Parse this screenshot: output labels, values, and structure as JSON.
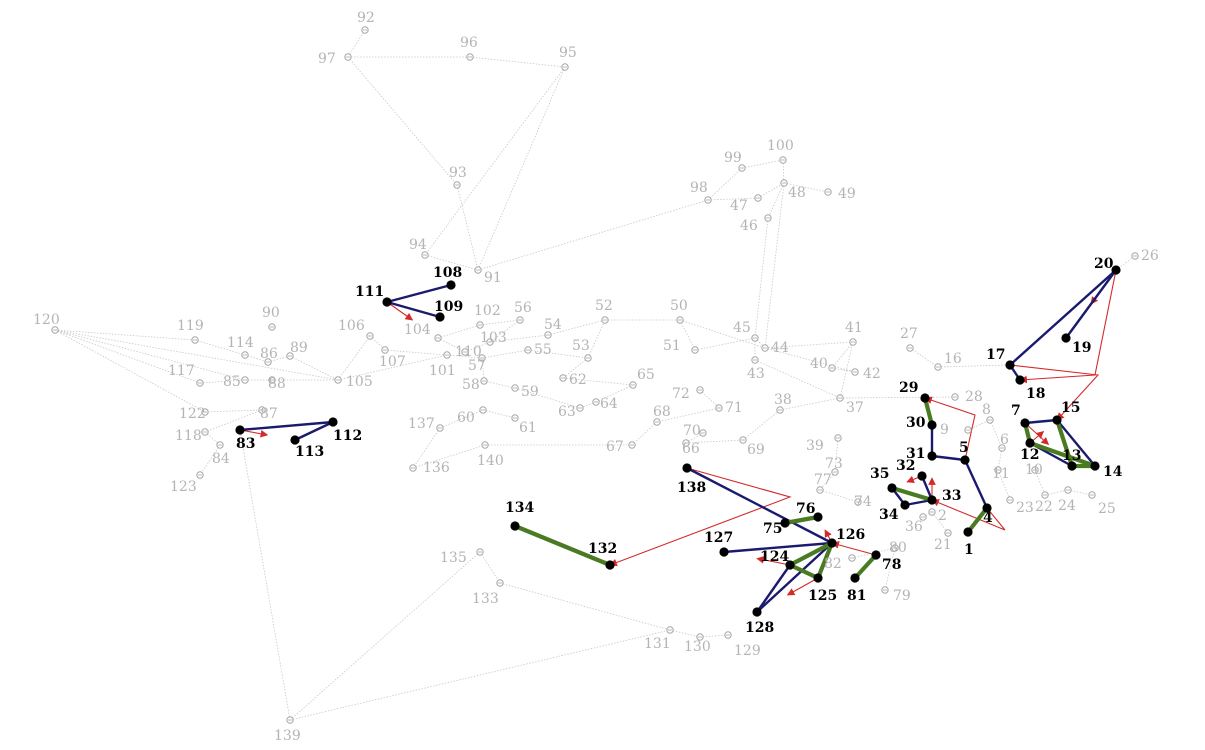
{
  "colors": {
    "background": "#ffffff",
    "grey_edge": "#c8c8c8",
    "grey_node": "#a8a8a8",
    "grey_text": "#b4b4b4",
    "blue_edge": "#1a1a6e",
    "green_edge": "#4a7a22",
    "red_arrow": "#d42a2a",
    "black_node": "#000000"
  },
  "graph": {
    "grey_nodes": [
      {
        "id": "92"
      },
      {
        "id": "97"
      },
      {
        "id": "96"
      },
      {
        "id": "95"
      },
      {
        "id": "93"
      },
      {
        "id": "91"
      },
      {
        "id": "94"
      },
      {
        "id": "99"
      },
      {
        "id": "100"
      },
      {
        "id": "98"
      },
      {
        "id": "47"
      },
      {
        "id": "48"
      },
      {
        "id": "49"
      },
      {
        "id": "46"
      },
      {
        "id": "120"
      },
      {
        "id": "119"
      },
      {
        "id": "90"
      },
      {
        "id": "114"
      },
      {
        "id": "86"
      },
      {
        "id": "89"
      },
      {
        "id": "117"
      },
      {
        "id": "85"
      },
      {
        "id": "88"
      },
      {
        "id": "105"
      },
      {
        "id": "122"
      },
      {
        "id": "87"
      },
      {
        "id": "118"
      },
      {
        "id": "84"
      },
      {
        "id": "123"
      },
      {
        "id": "106"
      },
      {
        "id": "104"
      },
      {
        "id": "102"
      },
      {
        "id": "56"
      },
      {
        "id": "103"
      },
      {
        "id": "54"
      },
      {
        "id": "110"
      },
      {
        "id": "57"
      },
      {
        "id": "55"
      },
      {
        "id": "107"
      },
      {
        "id": "101"
      },
      {
        "id": "52"
      },
      {
        "id": "53"
      },
      {
        "id": "50"
      },
      {
        "id": "51"
      },
      {
        "id": "45"
      },
      {
        "id": "44"
      },
      {
        "id": "41"
      },
      {
        "id": "43"
      },
      {
        "id": "40"
      },
      {
        "id": "42"
      },
      {
        "id": "27"
      },
      {
        "id": "16"
      },
      {
        "id": "28"
      },
      {
        "id": "58"
      },
      {
        "id": "59"
      },
      {
        "id": "62"
      },
      {
        "id": "65"
      },
      {
        "id": "63"
      },
      {
        "id": "64"
      },
      {
        "id": "72"
      },
      {
        "id": "71"
      },
      {
        "id": "68"
      },
      {
        "id": "70"
      },
      {
        "id": "67"
      },
      {
        "id": "66"
      },
      {
        "id": "69"
      },
      {
        "id": "38"
      },
      {
        "id": "37"
      },
      {
        "id": "39"
      },
      {
        "id": "60"
      },
      {
        "id": "61"
      },
      {
        "id": "137"
      },
      {
        "id": "140"
      },
      {
        "id": "136"
      },
      {
        "id": "73"
      },
      {
        "id": "77"
      },
      {
        "id": "74"
      },
      {
        "id": "135"
      },
      {
        "id": "133"
      },
      {
        "id": "131"
      },
      {
        "id": "130"
      },
      {
        "id": "129"
      },
      {
        "id": "139"
      },
      {
        "id": "82"
      },
      {
        "id": "80"
      },
      {
        "id": "79"
      },
      {
        "id": "36"
      },
      {
        "id": "2"
      },
      {
        "id": "21"
      },
      {
        "id": "9"
      },
      {
        "id": "8"
      },
      {
        "id": "6"
      },
      {
        "id": "11"
      },
      {
        "id": "23"
      },
      {
        "id": "10"
      },
      {
        "id": "22"
      },
      {
        "id": "24"
      },
      {
        "id": "25"
      },
      {
        "id": "26"
      }
    ],
    "highlight_nodes": [
      {
        "id": "20"
      },
      {
        "id": "19"
      },
      {
        "id": "17"
      },
      {
        "id": "18"
      },
      {
        "id": "29"
      },
      {
        "id": "30"
      },
      {
        "id": "31"
      },
      {
        "id": "5"
      },
      {
        "id": "7"
      },
      {
        "id": "15"
      },
      {
        "id": "12"
      },
      {
        "id": "13"
      },
      {
        "id": "14"
      },
      {
        "id": "35"
      },
      {
        "id": "32"
      },
      {
        "id": "33"
      },
      {
        "id": "34"
      },
      {
        "id": "4"
      },
      {
        "id": "1"
      },
      {
        "id": "108"
      },
      {
        "id": "111"
      },
      {
        "id": "109"
      },
      {
        "id": "83"
      },
      {
        "id": "112"
      },
      {
        "id": "113"
      },
      {
        "id": "134"
      },
      {
        "id": "132"
      },
      {
        "id": "138"
      },
      {
        "id": "76"
      },
      {
        "id": "75"
      },
      {
        "id": "127"
      },
      {
        "id": "126"
      },
      {
        "id": "124"
      },
      {
        "id": "125"
      },
      {
        "id": "128"
      },
      {
        "id": "78"
      },
      {
        "id": "81"
      }
    ],
    "grey_edges": [
      [
        "92",
        "97"
      ],
      [
        "97",
        "96"
      ],
      [
        "96",
        "95"
      ],
      [
        "97",
        "93"
      ],
      [
        "93",
        "91"
      ],
      [
        "95",
        "91"
      ],
      [
        "95",
        "94"
      ],
      [
        "94",
        "91"
      ],
      [
        "91",
        "98"
      ],
      [
        "98",
        "99"
      ],
      [
        "99",
        "100"
      ],
      [
        "100",
        "48"
      ],
      [
        "48",
        "49"
      ],
      [
        "98",
        "47"
      ],
      [
        "47",
        "48"
      ],
      [
        "48",
        "46"
      ],
      [
        "46",
        "45"
      ],
      [
        "48",
        "44"
      ],
      [
        "120",
        "119"
      ],
      [
        "120",
        "117"
      ],
      [
        "120",
        "122"
      ],
      [
        "120",
        "85"
      ],
      [
        "120",
        "105"
      ],
      [
        "119",
        "114"
      ],
      [
        "114",
        "86"
      ],
      [
        "86",
        "89"
      ],
      [
        "89",
        "105"
      ],
      [
        "117",
        "85"
      ],
      [
        "85",
        "88"
      ],
      [
        "88",
        "105"
      ],
      [
        "122",
        "87"
      ],
      [
        "87",
        "118"
      ],
      [
        "118",
        "84"
      ],
      [
        "84",
        "123"
      ],
      [
        "105",
        "106"
      ],
      [
        "106",
        "107"
      ],
      [
        "105",
        "101"
      ],
      [
        "107",
        "101"
      ],
      [
        "101",
        "57"
      ],
      [
        "57",
        "55"
      ],
      [
        "55",
        "53"
      ],
      [
        "53",
        "52"
      ],
      [
        "52",
        "50"
      ],
      [
        "50",
        "51"
      ],
      [
        "51",
        "45"
      ],
      [
        "45",
        "44"
      ],
      [
        "44",
        "41"
      ],
      [
        "41",
        "40"
      ],
      [
        "40",
        "42"
      ],
      [
        "43",
        "37"
      ],
      [
        "45",
        "43"
      ],
      [
        "53",
        "62"
      ],
      [
        "62",
        "65"
      ],
      [
        "65",
        "64"
      ],
      [
        "64",
        "63"
      ],
      [
        "63",
        "59"
      ],
      [
        "59",
        "58"
      ],
      [
        "58",
        "57"
      ],
      [
        "72",
        "71"
      ],
      [
        "71",
        "68"
      ],
      [
        "68",
        "67"
      ],
      [
        "70",
        "66"
      ],
      [
        "66",
        "69"
      ],
      [
        "69",
        "38"
      ],
      [
        "38",
        "37"
      ],
      [
        "37",
        "28"
      ],
      [
        "27",
        "16"
      ],
      [
        "16",
        "17"
      ],
      [
        "60",
        "61"
      ],
      [
        "60",
        "137"
      ],
      [
        "137",
        "136"
      ],
      [
        "136",
        "140"
      ],
      [
        "140",
        "67"
      ],
      [
        "39",
        "73"
      ],
      [
        "73",
        "77"
      ],
      [
        "77",
        "74"
      ],
      [
        "135",
        "133"
      ],
      [
        "133",
        "131"
      ],
      [
        "131",
        "130"
      ],
      [
        "130",
        "129"
      ],
      [
        "135",
        "139"
      ],
      [
        "139",
        "83"
      ],
      [
        "139",
        "131"
      ],
      [
        "82",
        "80"
      ],
      [
        "80",
        "79"
      ],
      [
        "36",
        "2"
      ],
      [
        "2",
        "21"
      ],
      [
        "9",
        "8"
      ],
      [
        "8",
        "6"
      ],
      [
        "6",
        "11"
      ],
      [
        "11",
        "23"
      ],
      [
        "10",
        "22"
      ],
      [
        "22",
        "24"
      ],
      [
        "24",
        "25"
      ],
      [
        "20",
        "26"
      ],
      [
        "104",
        "102"
      ],
      [
        "102",
        "56"
      ],
      [
        "56",
        "103"
      ],
      [
        "103",
        "54"
      ],
      [
        "54",
        "52"
      ],
      [
        "110",
        "103"
      ],
      [
        "104",
        "110"
      ],
      [
        "50",
        "44"
      ],
      [
        "44",
        "42"
      ],
      [
        "37",
        "41"
      ]
    ],
    "blue_edges": [
      [
        "20",
        "17"
      ],
      [
        "20",
        "19"
      ],
      [
        "17",
        "18"
      ],
      [
        "30",
        "31"
      ],
      [
        "31",
        "5"
      ],
      [
        "5",
        "4"
      ],
      [
        "7",
        "15"
      ],
      [
        "15",
        "14"
      ],
      [
        "12",
        "13"
      ],
      [
        "35",
        "34"
      ],
      [
        "32",
        "33"
      ],
      [
        "34",
        "33"
      ],
      [
        "111",
        "108"
      ],
      [
        "111",
        "109"
      ],
      [
        "83",
        "112"
      ],
      [
        "112",
        "113"
      ],
      [
        "138",
        "126"
      ],
      [
        "127",
        "126"
      ],
      [
        "126",
        "128"
      ],
      [
        "128",
        "124"
      ]
    ],
    "green_edges": [
      [
        "29",
        "30"
      ],
      [
        "7",
        "12"
      ],
      [
        "12",
        "14"
      ],
      [
        "13",
        "14"
      ],
      [
        "15",
        "13"
      ],
      [
        "35",
        "33"
      ],
      [
        "4",
        "1"
      ],
      [
        "134",
        "132"
      ],
      [
        "76",
        "75"
      ],
      [
        "126",
        "124"
      ],
      [
        "126",
        "125"
      ],
      [
        "124",
        "125"
      ],
      [
        "78",
        "81"
      ]
    ],
    "red_arrows": [
      [
        "20",
        "18",
        "via_ne"
      ],
      [
        "20",
        "19",
        "mid"
      ],
      [
        "17",
        "15",
        "via_e"
      ],
      [
        "5",
        "29",
        "via"
      ],
      [
        "4",
        "33",
        "via"
      ],
      [
        "33",
        "31",
        "mid"
      ],
      [
        "32",
        "35",
        "mid"
      ],
      [
        "7",
        "13",
        "mid"
      ],
      [
        "12",
        "15",
        "mid"
      ],
      [
        "138",
        "132",
        "via"
      ],
      [
        "126",
        "76",
        "mid"
      ],
      [
        "78",
        "126",
        "via"
      ],
      [
        "124",
        "127",
        "mid"
      ],
      [
        "125",
        "128",
        "mid"
      ],
      [
        "111",
        "104",
        "mid"
      ],
      [
        "83",
        "113",
        "mid"
      ]
    ]
  }
}
